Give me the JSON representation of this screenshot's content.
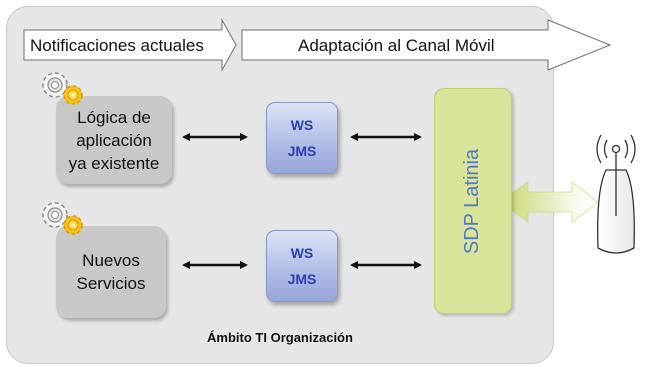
{
  "banner": {
    "current": "Notificaciones actuales",
    "adaptation": "Adaptación al Canal Móvil"
  },
  "apps": {
    "existing": [
      "Lógica de",
      "aplicación",
      "ya existente"
    ],
    "new": [
      "Nuevos",
      "Servicios"
    ]
  },
  "middleware": {
    "top": {
      "line1": "WS",
      "line2": "JMS"
    },
    "bottom": {
      "line1": "WS",
      "line2": "JMS"
    }
  },
  "platform": {
    "label": "SDP Latinia"
  },
  "scope": {
    "label": "Ámbito TI Organización"
  },
  "colors": {
    "platform_fill": "#d9e39a",
    "platform_text": "#4f79c7",
    "middleware_text": "#2a3fb0",
    "frame": "#e6e6e6"
  },
  "icons": [
    "gear-icon",
    "gear-icon",
    "antenna-icon"
  ]
}
